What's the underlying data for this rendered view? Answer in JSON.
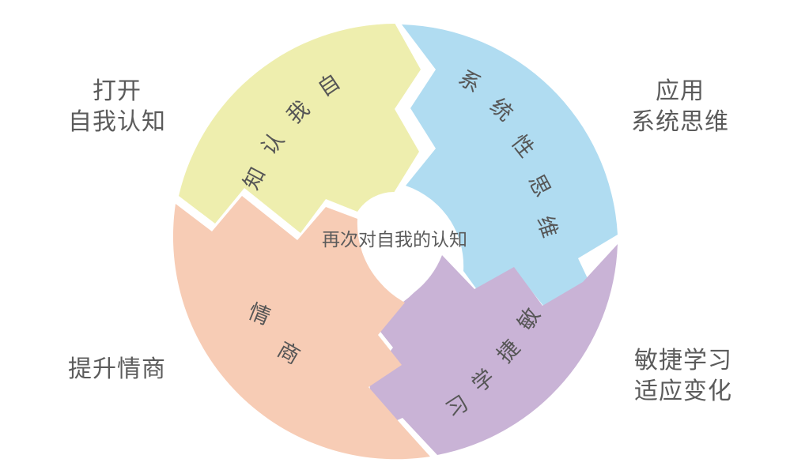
{
  "diagram": {
    "type": "cyclic-four-segment-wheel",
    "center_label": "再次对自我的认知",
    "colors": {
      "yellow": "#eeeeae",
      "blue": "#b0dcf1",
      "purple": "#c9b3d6",
      "pink": "#f7ccb5",
      "text": "#565656",
      "outer_text": "#5b5b5b",
      "background": "#ffffff"
    },
    "segments": [
      {
        "id": "self-awareness",
        "color_name": "yellow",
        "color": "#eeeeae",
        "inner_text": "自我认知",
        "inner_chars": [
          "自",
          "我",
          "认",
          "知"
        ],
        "position": "top-left",
        "outer_label": "打开\n自我认知",
        "outer_label_lines": [
          "打开",
          "自我认知"
        ]
      },
      {
        "id": "systems-thinking",
        "color_name": "blue",
        "color": "#b0dcf1",
        "inner_text": "系统性思维",
        "inner_chars": [
          "系",
          "统",
          "性",
          "思",
          "维"
        ],
        "position": "top-right",
        "outer_label": "应用\n系统思维",
        "outer_label_lines": [
          "应用",
          "系统思维"
        ]
      },
      {
        "id": "agile-learning",
        "color_name": "purple",
        "color": "#c9b3d6",
        "inner_text": "敏捷学习",
        "inner_chars": [
          "敏",
          "捷",
          "学",
          "习"
        ],
        "position": "bottom-right",
        "outer_label": "敏捷学习\n适应变化",
        "outer_label_lines": [
          "敏捷学习",
          "适应变化"
        ]
      },
      {
        "id": "emotional-intelligence",
        "color_name": "pink",
        "color": "#f7ccb5",
        "inner_text": "情商",
        "inner_chars": [
          "情",
          "商"
        ],
        "position": "bottom-left",
        "outer_label": "提升情商",
        "outer_label_lines": [
          "提升情商"
        ]
      }
    ]
  }
}
